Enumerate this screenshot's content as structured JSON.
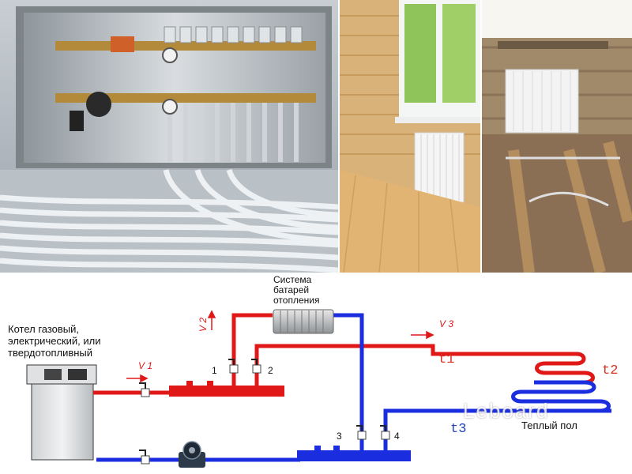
{
  "labels": {
    "boiler": [
      "Котел газовый,",
      "электрический, или",
      "твердотопливный"
    ],
    "radiator_system": [
      "Система",
      "батарей",
      "отопления"
    ],
    "warm_floor": "Теплый пол",
    "watermark": "Leboard"
  },
  "flows": {
    "v1": "V 1",
    "v2": "V 2",
    "v3": "V 3"
  },
  "temps": {
    "t1": "t1",
    "t2": "t2",
    "t3": "t3"
  },
  "valves": [
    "1",
    "2",
    "3",
    "4"
  ],
  "colors": {
    "supply": "#e01818",
    "return": "#1a2ee0",
    "temp_t1": "#d83020",
    "temp_t3": "#2040c0"
  }
}
